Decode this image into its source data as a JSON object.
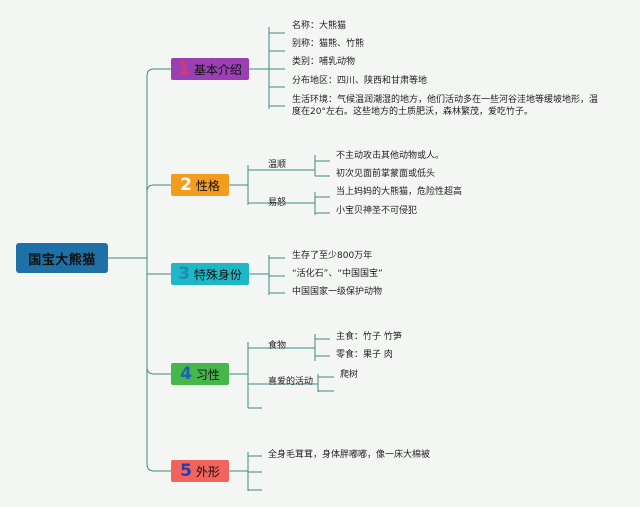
{
  "root": "国宝大熊猫",
  "branches": [
    {
      "num": "1",
      "label": "基本介绍",
      "color": "#9b3fb4",
      "items": [
        "名称：大熊猫",
        "别称：猫熊、竹熊",
        "类别：哺乳动物",
        "分布地区：四川、陕西和甘肃等地",
        "生活环境：气候温润潮湿的地方，他们活动多在一些河谷洼地等缓坡地形，温度在20°左右。这些地方的土质肥沃，森林繁茂，爱吃竹子。"
      ]
    },
    {
      "num": "2",
      "label": "性格",
      "color": "#f39c1e",
      "groups": [
        {
          "label": "温顺",
          "items": [
            "不主动攻击其他动物或人。",
            "初次见面前掌蒙面或低头"
          ]
        },
        {
          "label": "易怒",
          "items": [
            "当上妈妈的大熊猫，危险性超高",
            "小宝贝神圣不可侵犯"
          ]
        }
      ]
    },
    {
      "num": "3",
      "label": "特殊身份",
      "color": "#1fb7c7",
      "items": [
        "生存了至少800万年",
        "“活化石”、“中国国宝”",
        "中国国家一级保护动物"
      ]
    },
    {
      "num": "4",
      "label": "习性",
      "color": "#46b74a",
      "groups": [
        {
          "label": "食物",
          "items": [
            "主食：竹子 竹笋",
            "零食：果子 肉"
          ]
        },
        {
          "label": "喜爱的活动",
          "items": [
            "爬树"
          ]
        }
      ]
    },
    {
      "num": "5",
      "label": "外形",
      "color": "#f2645b",
      "items": [
        "全身毛茸茸，身体胖嘟嘟，像一床大棉被"
      ]
    }
  ],
  "colors": {
    "line": "#3e8a86",
    "root_bg": "#1f70a6",
    "background": "#f4f6f4"
  }
}
